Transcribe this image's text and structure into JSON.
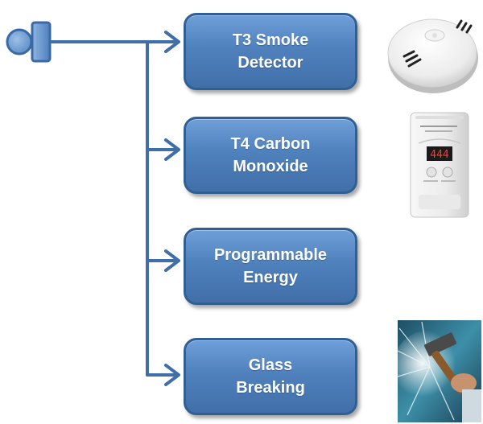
{
  "diagram": {
    "nodes": [
      {
        "id": "smoke",
        "label": "T3 Smoke\nDetector"
      },
      {
        "id": "co",
        "label": "T4 Carbon\nMonoxide"
      },
      {
        "id": "energy",
        "label": "Programmable\nEnergy"
      },
      {
        "id": "glass",
        "label": "Glass\nBreaking"
      }
    ],
    "co_detector_display": "444",
    "colors": {
      "node_fill": "#4f81bd",
      "node_border": "#2f5f93",
      "connector": "#3f6ea8",
      "label": "#ffffff"
    }
  }
}
